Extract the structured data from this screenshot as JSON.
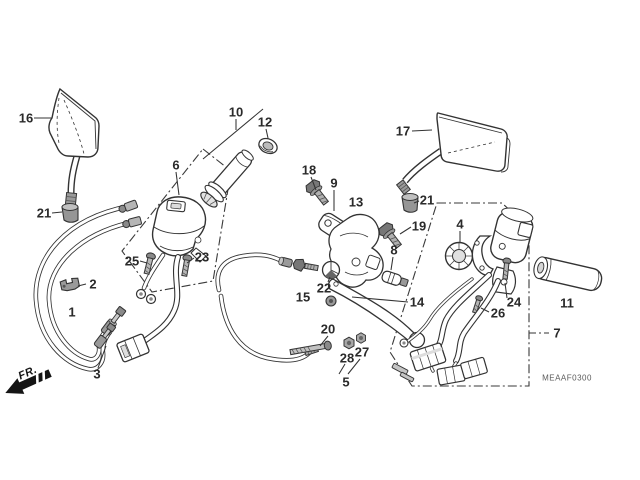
{
  "labels": {
    "p16": "16",
    "p21a": "21",
    "p2": "2",
    "p1": "1",
    "p3": "3",
    "p25": "25",
    "p23": "23",
    "p6": "6",
    "p10": "10",
    "p12": "12",
    "p18": "18",
    "p9": "9",
    "p13": "13",
    "p21b": "21",
    "p19": "19",
    "p8": "8",
    "p22": "22",
    "p15": "15",
    "p14": "14",
    "p20": "20",
    "p28": "28",
    "p27": "27",
    "p5": "5",
    "p4": "4",
    "p24": "24",
    "p26": "26",
    "p7": "7",
    "p11": "11",
    "p17": "17"
  },
  "orientation": {
    "fr": "FR."
  },
  "footer": {
    "code": "MEAAF0300"
  },
  "colors": {
    "line": "#333333",
    "background": "#ffffff",
    "hardware": "#9a9a9a",
    "arrow": "#141414"
  }
}
